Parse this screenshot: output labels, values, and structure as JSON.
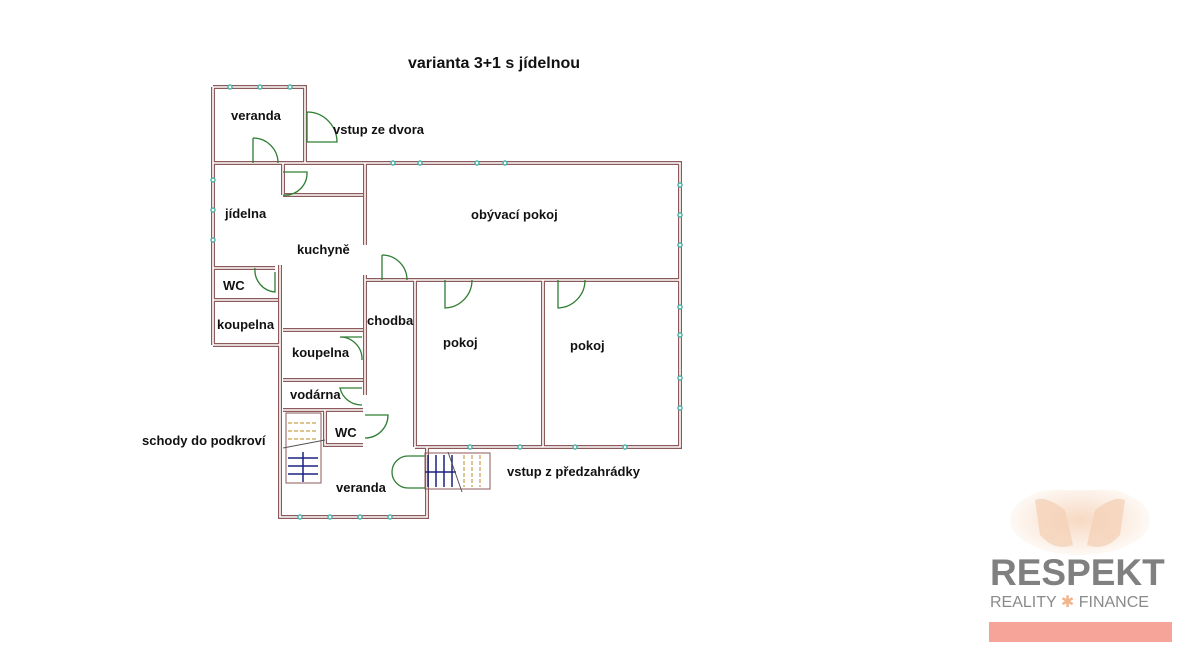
{
  "title": "varianta 3+1 s jídelnou",
  "rooms": {
    "veranda_top": "veranda",
    "entrance_yard": "vstup ze dvora",
    "dining": "jídelna",
    "kitchen": "kuchyně",
    "living": "obývací pokoj",
    "wc_left": "WC",
    "bath_left": "koupelna",
    "hall": "chodba",
    "bath_mid": "koupelna",
    "water_room": "vodárna",
    "wc_mid": "WC",
    "stairs_attic": "schody do podkroví",
    "veranda_bottom": "veranda",
    "room1": "pokoj",
    "room2": "pokoj",
    "entrance_front": "vstup z předzahrádky"
  },
  "logo": {
    "name": "RESPEKT",
    "sub_left": "REALITY",
    "sub_star": "✱",
    "sub_right": "FINANCE"
  },
  "colors": {
    "wall": "#8c5a5a",
    "door": "#2e7d32",
    "stairs": "#1a237e",
    "logo_bar": "#f6a39a"
  }
}
